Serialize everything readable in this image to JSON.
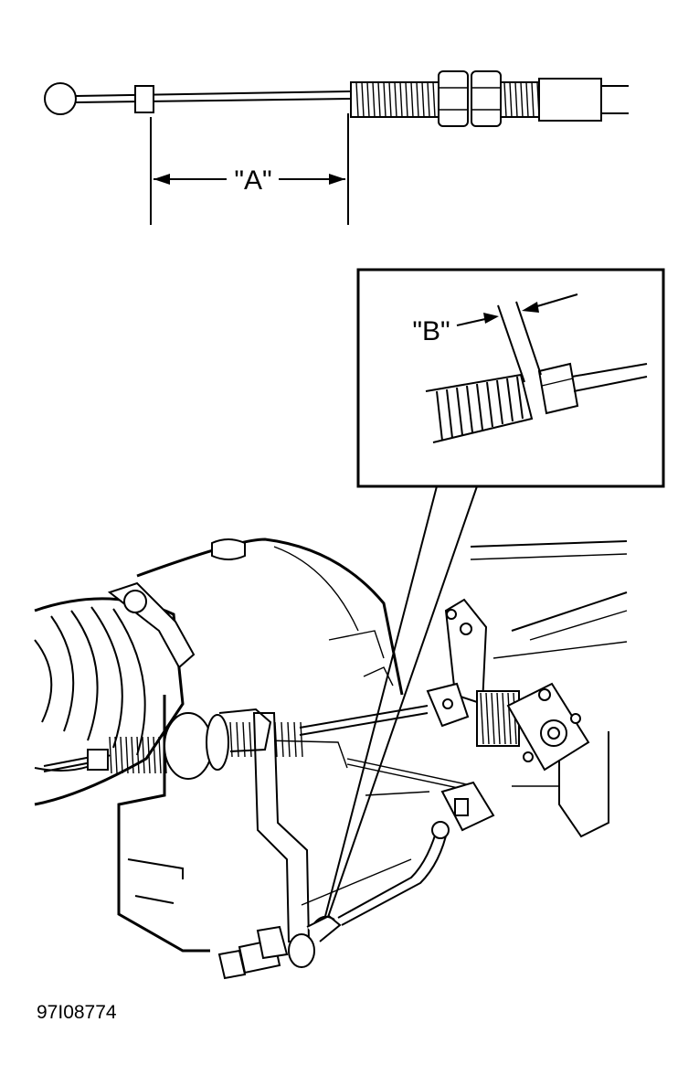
{
  "figure": {
    "label_a": "\"A\"",
    "label_b": "\"B\"",
    "figure_id": "97I08774"
  }
}
